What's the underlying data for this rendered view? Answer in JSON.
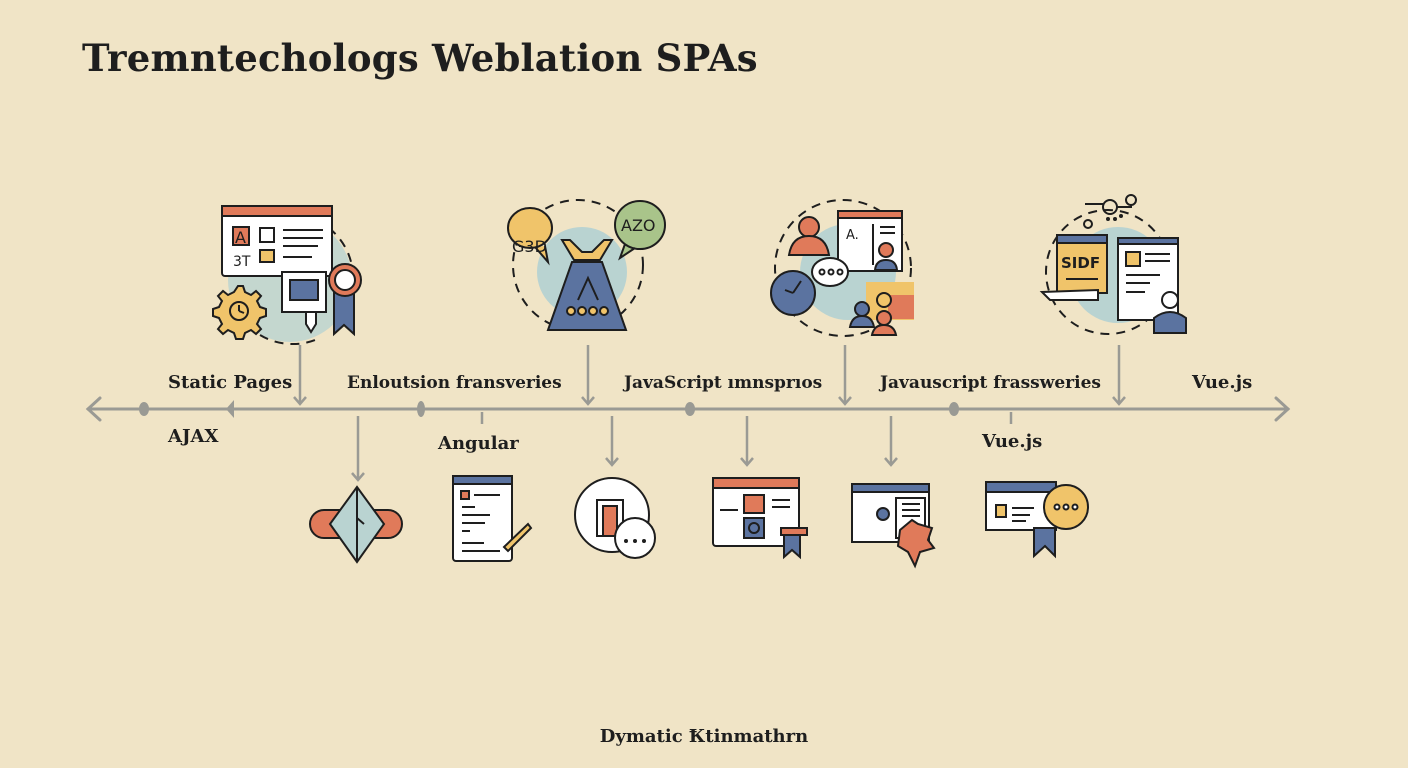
{
  "title": "Tremntechologs Weblation SPAs",
  "footer": "Dymatic Ꝁtinmathrn",
  "colors": {
    "background": "#f0e4c6",
    "axis": "#9a9a94",
    "orange": "#e07a5a",
    "blue": "#5b73a0",
    "yellow": "#f0c46a",
    "green": "#a9c48a",
    "teal": "#b9d3d1",
    "ink": "#1e1e1e"
  },
  "timeline_top": [
    {
      "label": "Static Pages",
      "icon": "web-page-award-icon"
    },
    {
      "label": "Enloutsion fransveries",
      "icon": "speech-bubbles-icon",
      "bubbles": [
        "G3D",
        "AZO"
      ]
    },
    {
      "label": "JavaScript ımnsprıos",
      "icon": "people-collaboration-icon"
    },
    {
      "label": "Javauscript frassweries",
      "icon": "document-network-icon",
      "doc_text": "SIDF"
    },
    {
      "label": "Vue.js",
      "icon": "none"
    }
  ],
  "timeline_bottom": [
    {
      "label": "AJAX",
      "icon": "diamond-exchange-icon"
    },
    {
      "label": "Angular",
      "icon": "checklist-document-icon"
    },
    {
      "label": "",
      "icon": "server-bubble-icon"
    },
    {
      "label": "",
      "icon": "browser-ribbon-icon"
    },
    {
      "label": "",
      "icon": "browser-map-icon"
    },
    {
      "label": "Vue.js",
      "icon": "browser-chat-icon"
    }
  ],
  "icon_text": {
    "doc_a": "A",
    "doc_3t": "3T",
    "page_a": "A."
  }
}
